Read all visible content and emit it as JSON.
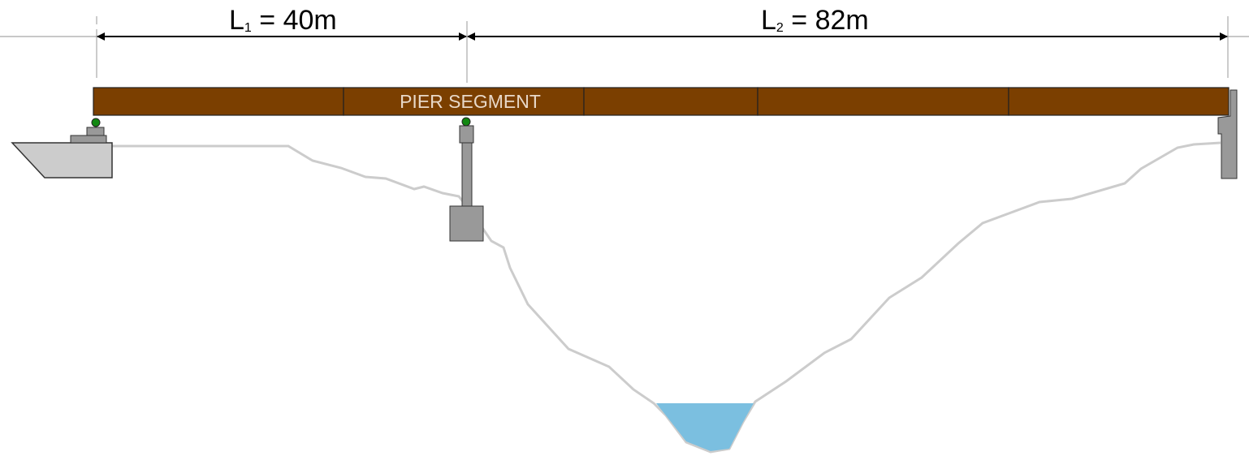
{
  "dimensions": {
    "span1": {
      "label": "L",
      "sub": "1",
      "value": " = 40m"
    },
    "span2": {
      "label": "L",
      "sub": "2",
      "value": " = 82m"
    }
  },
  "deck": {
    "segment_label": "PIER SEGMENT"
  },
  "colors": {
    "deck": "#7b3f00",
    "structure": "#999999",
    "vessel": "#cccccc",
    "bearing": "#118811",
    "terrain": "#cccccc",
    "water": "#7bbfe0",
    "segment_text": "#e8d8c8"
  }
}
